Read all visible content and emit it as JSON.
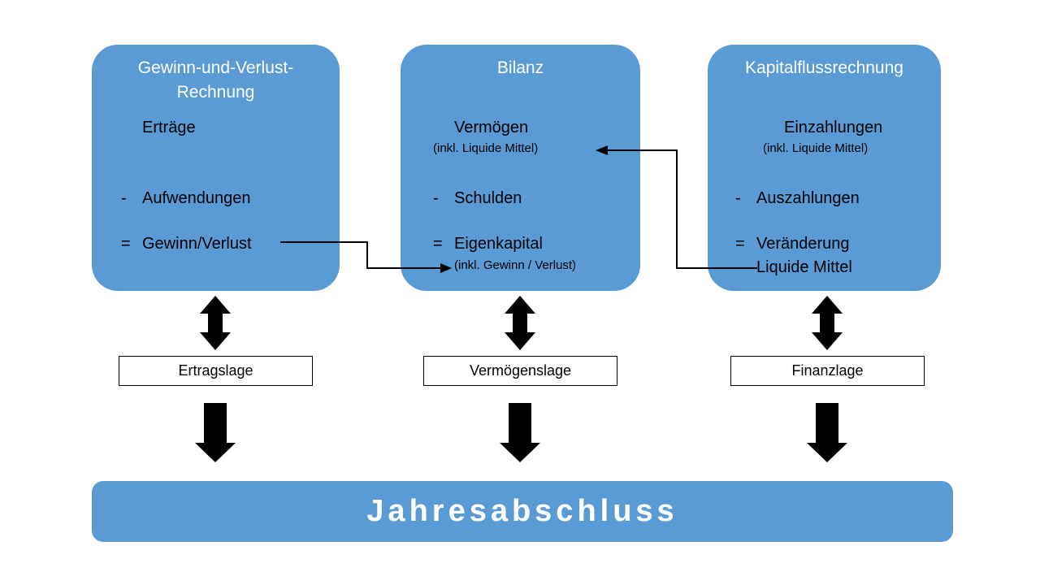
{
  "diagram": {
    "title_text": "Jahresabschluss",
    "accent_color": "#5B9BD5",
    "line_color": "#000000",
    "statements": [
      {
        "id": "guv",
        "title": "Gewinn-und-Verlust-\nRechnung",
        "rows": [
          {
            "op": "",
            "label": "Erträge",
            "sub": ""
          },
          {
            "op": "-",
            "label": "Aufwendungen",
            "sub": ""
          },
          {
            "op": "=",
            "label": "Gewinn/Verlust",
            "sub": ""
          }
        ]
      },
      {
        "id": "bilanz",
        "title": "Bilanz",
        "rows": [
          {
            "op": "",
            "label": "Vermögen",
            "sub": "(inkl. Liquide Mittel)"
          },
          {
            "op": "-",
            "label": "Schulden",
            "sub": ""
          },
          {
            "op": "=",
            "label": "Eigenkapital",
            "sub": "(inkl. Gewinn / Verlust)"
          }
        ]
      },
      {
        "id": "kapitalfluss",
        "title": "Kapitalflussrechnung",
        "rows": [
          {
            "op": "",
            "label": "Einzahlungen",
            "sub": "(inkl. Liquide Mittel)"
          },
          {
            "op": "-",
            "label": "Auszahlungen",
            "sub": ""
          },
          {
            "op": "=",
            "label": "Veränderung",
            "sub": "Liquide Mittel"
          }
        ]
      }
    ],
    "results": [
      {
        "id": "ertragslage",
        "label": "Ertragslage"
      },
      {
        "id": "vermoegenslage",
        "label": "Vermögenslage"
      },
      {
        "id": "finanzlage",
        "label": "Finanzlage"
      }
    ],
    "connectors": [
      {
        "id": "guv-to-bilanz",
        "from": "Gewinn/Verlust",
        "to": "Eigenkapital (inkl. Gewinn / Verlust)"
      },
      {
        "id": "kfr-to-bilanz",
        "from": "Liquide Mittel",
        "to": "Vermögen (inkl. Liquide Mittel)"
      }
    ]
  }
}
